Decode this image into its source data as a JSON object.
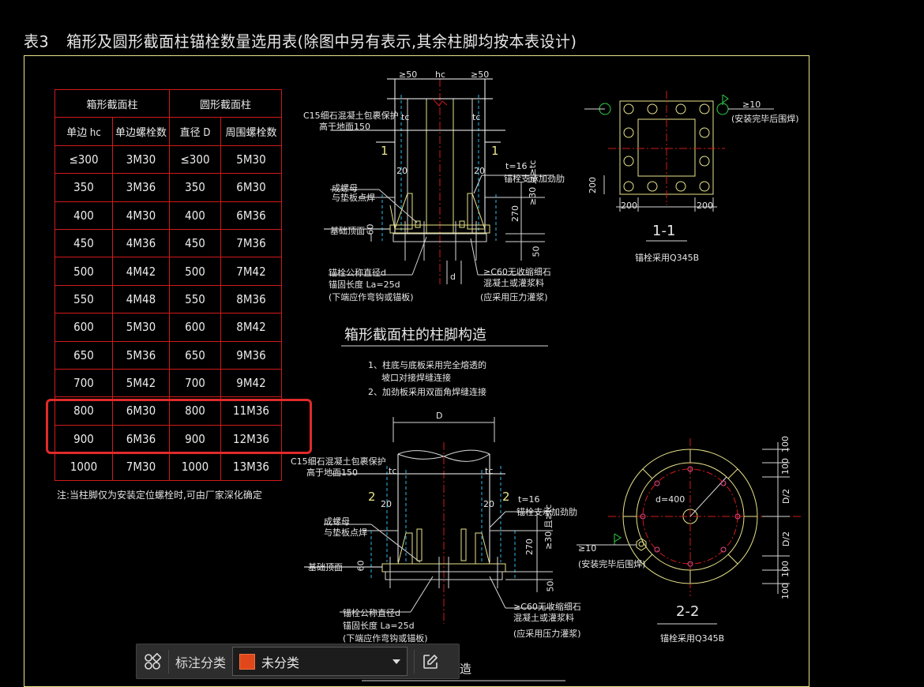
{
  "drawing": {
    "table_title_num": "表3",
    "table_title": "箱形及圆形截面柱锚栓数量选用表(除图中另有表示,其余柱脚均按本表设计)",
    "table": {
      "group_headers": [
        "箱形截面柱",
        "圆形截面柱"
      ],
      "col_headers": [
        "单边 hc",
        "单边螺栓数",
        "直径 D",
        "周围螺栓数"
      ],
      "rows": [
        [
          "≤300",
          "3M30",
          "≤300",
          "5M30"
        ],
        [
          "350",
          "3M36",
          "350",
          "6M30"
        ],
        [
          "400",
          "4M30",
          "400",
          "6M36"
        ],
        [
          "450",
          "4M36",
          "450",
          "7M36"
        ],
        [
          "500",
          "4M42",
          "500",
          "7M42"
        ],
        [
          "550",
          "4M48",
          "550",
          "8M36"
        ],
        [
          "600",
          "5M30",
          "600",
          "8M42"
        ],
        [
          "650",
          "5M36",
          "650",
          "9M36"
        ],
        [
          "700",
          "5M42",
          "700",
          "9M42"
        ],
        [
          "800",
          "6M30",
          "800",
          "11M36"
        ],
        [
          "900",
          "6M36",
          "900",
          "12M36"
        ],
        [
          "1000",
          "7M30",
          "1000",
          "13M36"
        ]
      ]
    },
    "table_note": "注:当柱脚仅为安装定位螺栓时,可由厂家深化确定",
    "box_section_title": "箱形截面柱的柱脚构造",
    "box_notes": [
      "1、柱底与底板采用完全熔透的",
      "坡口对接焊缝连接",
      "2、加劲板采用双面角焊缝连接"
    ],
    "labels": {
      "c15": "C15细石混凝土包裹保护",
      "above_ground": "高于地面150",
      "gt50": "≥50",
      "hc": "hc",
      "tc": "tc",
      "sec1": "1",
      "sec2": "2",
      "twenty": "20",
      "t16": "t=16",
      "stiffener": "锚栓支承加劲肋",
      "washer": "成螺母",
      "weld": "与垫板点焊",
      "base_top": "基础顶面",
      "sixty": "60",
      "d270": "270",
      "ge30": "≥30 且≥tc",
      "fifty": "50",
      "diam": "锚栓公称直径d",
      "anchor_len": "锚固长度 La=25d",
      "hook": "(下端应作弯钩或锚板)",
      "grout": "≥C60无收缩细石",
      "grout2": "混凝土或灌浆料",
      "grout3": "(应采用压力灌浆)",
      "d_lbl": "d",
      "D": "D",
      "ge10": "≥10",
      "install": "(安装完毕后围焊)",
      "s200": "200",
      "sec11": "1-1",
      "anchor_q": "锚栓采用Q345B",
      "sec22": "2-2",
      "anchor_q2": "锚栓采用Q345B",
      "d_hole": "d=400",
      "d100": "100",
      "dhalf": "D/2",
      "partial": "造"
    }
  },
  "toolbar": {
    "icon": "grid-app-icon",
    "label": "标注分类",
    "select_value": "未分类",
    "swatch_color": "#e0471b",
    "edit_icon": "edit-icon"
  }
}
